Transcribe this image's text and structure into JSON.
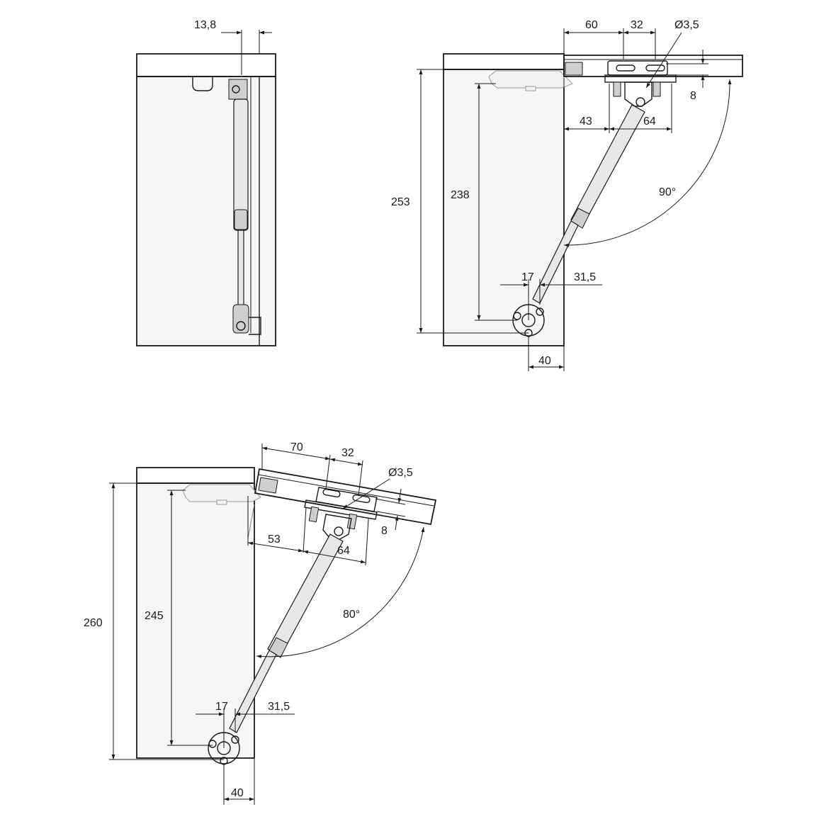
{
  "view1": {
    "dim_top": "13,8"
  },
  "view2": {
    "dim_60": "60",
    "dim_32": "32",
    "dim_dia": "Ø3,5",
    "dim_8": "8",
    "dim_43": "43",
    "dim_64": "64",
    "dim_angle": "90°",
    "dim_253": "253",
    "dim_238": "238",
    "dim_17": "17",
    "dim_315": "31,5",
    "dim_40": "40"
  },
  "view3": {
    "dim_70": "70",
    "dim_32": "32",
    "dim_dia": "Ø3,5",
    "dim_8": "8",
    "dim_53": "53",
    "dim_64": "64",
    "dim_angle": "80°",
    "dim_260": "260",
    "dim_245": "245",
    "dim_17": "17",
    "dim_315": "31,5",
    "dim_40": "40"
  }
}
